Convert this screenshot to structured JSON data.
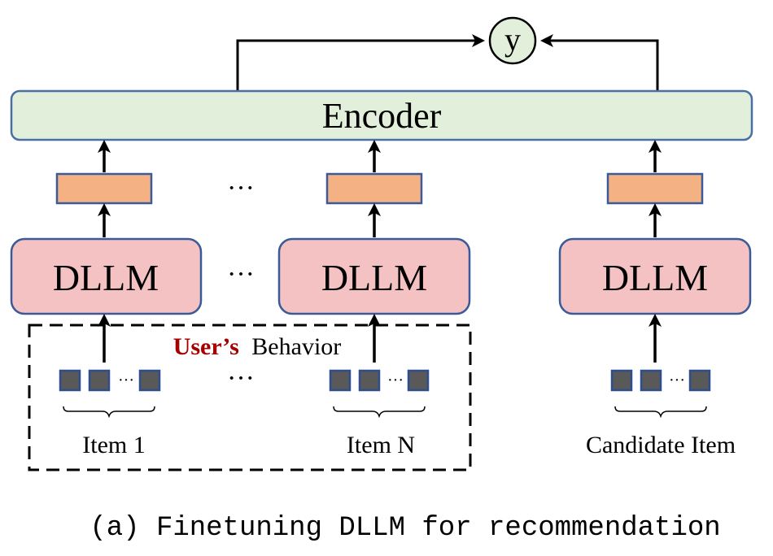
{
  "diagram": {
    "output_label": "y",
    "encoder_label": "Encoder",
    "dllm_label": "DLLM",
    "ellipsis": "···",
    "token_ellipsis": "···",
    "user_word": "User’s",
    "behavior_word": "Behavior",
    "item1_label": "Item 1",
    "itemN_label": "Item N",
    "candidate_label": "Candidate Item",
    "caption": "(a) Finetuning DLLM for recommendation"
  },
  "colors": {
    "encoder_fill": "#e2efda",
    "encoder_stroke": "#4a6fa5",
    "dllm_fill": "#f4c2c2",
    "dllm_stroke": "#3a5a9a",
    "embedding_fill": "#f4b183",
    "embedding_stroke": "#3a5a9a",
    "token_fill": "#595959",
    "token_stroke": "#2e4f8f",
    "user_text": "#a50000",
    "y_fill": "#e2efda"
  }
}
